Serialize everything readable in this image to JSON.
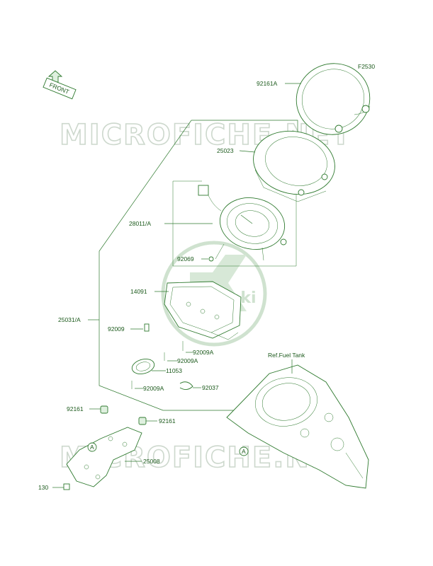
{
  "figure_code": "F2530",
  "front_label": "FRONT",
  "watermark": "MICROFICHE.NET",
  "logo_text": "Kawasaki",
  "ref_label": "Ref.Fuel Tank",
  "callouts": {
    "c92161a": "92161A",
    "c25023": "25023",
    "c28011a": "28011/A",
    "c92069": "92069",
    "c14091": "14091",
    "c25031a": "25031/A",
    "c92009": "92009",
    "c92009a_1": "92009A",
    "c92009a_2": "92009A",
    "c11053": "11053",
    "c92009a_3": "92009A",
    "c92037": "92037",
    "c92161_l": "92161",
    "c92161_r": "92161",
    "c25008": "25008",
    "c130": "130",
    "marker_a1": "A",
    "marker_a2": "A"
  },
  "colors": {
    "line": "#2f7a2f",
    "text": "#1c5a1c",
    "watermark": "#cdd8cd"
  }
}
